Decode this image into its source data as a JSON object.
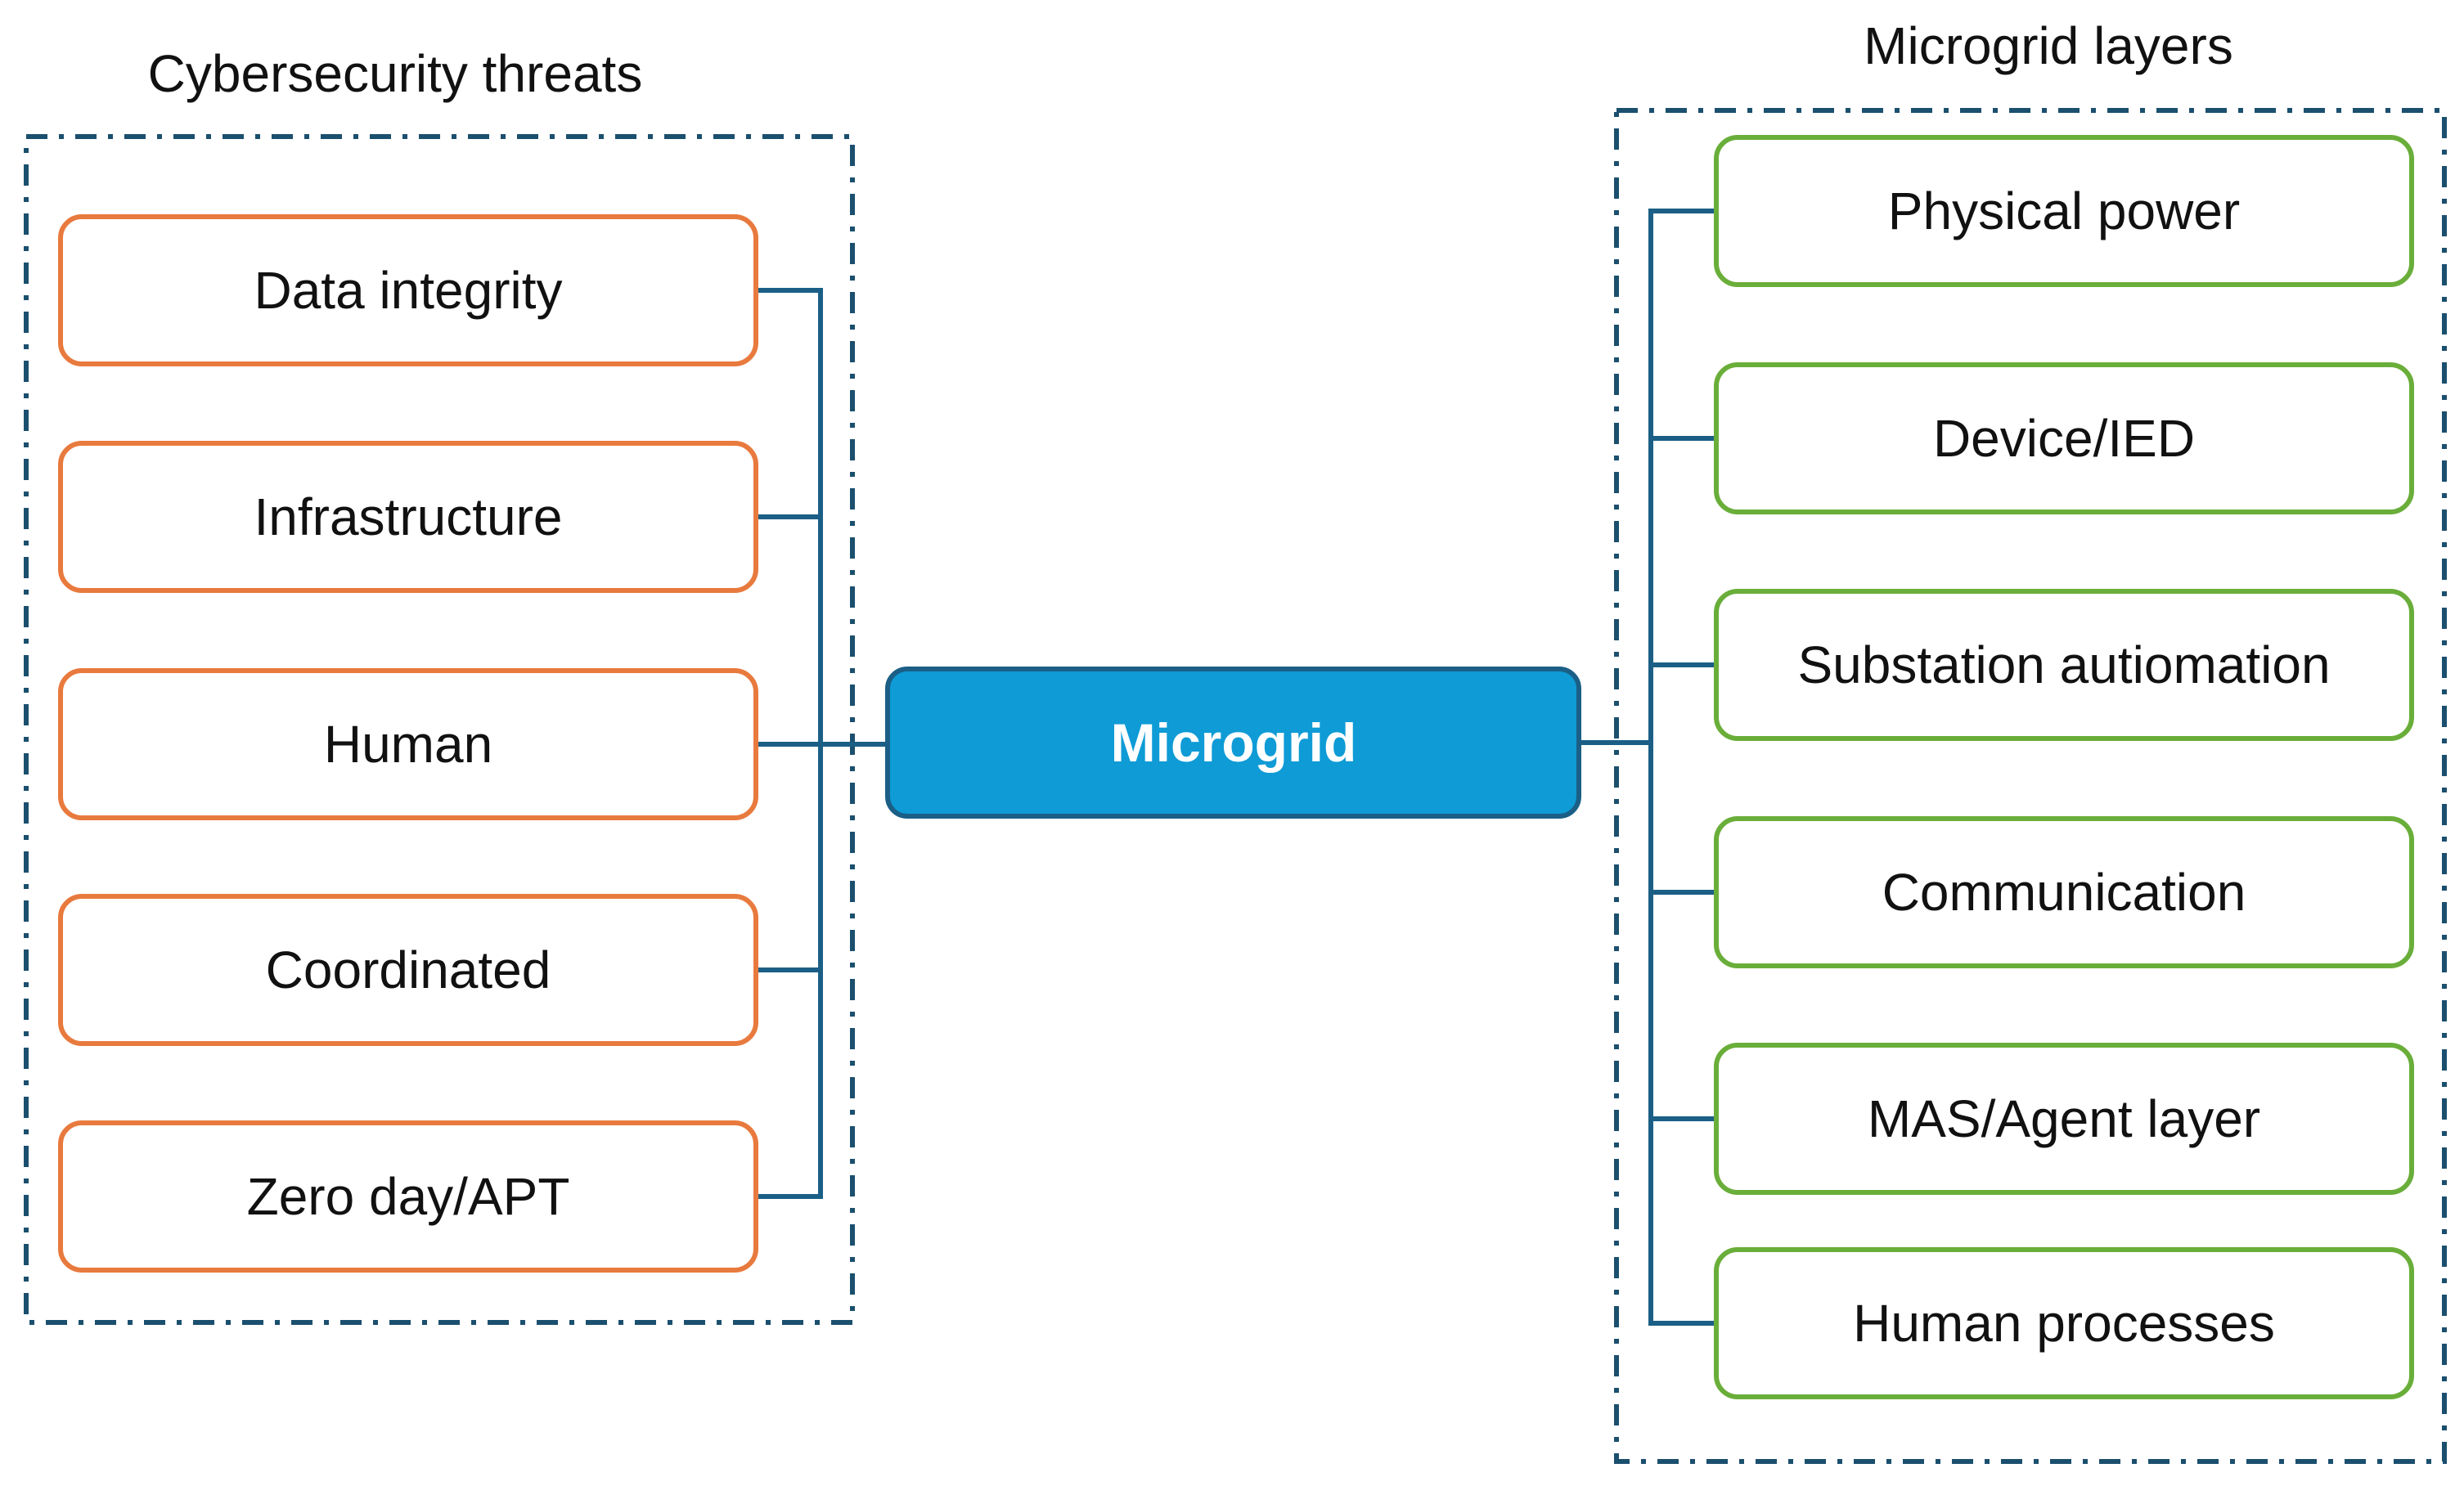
{
  "threats": {
    "title": "Cybersecurity threats",
    "items": [
      "Data integrity",
      "Infrastructure",
      "Human",
      "Coordinated",
      "Zero day/APT"
    ]
  },
  "center": {
    "label": "Microgrid"
  },
  "layers": {
    "title": "Microgrid  layers",
    "items": [
      "Physical power",
      "Device/IED",
      "Substation autiomation",
      "Communication",
      "MAS/Agent layer",
      "Human processes"
    ]
  },
  "colors": {
    "threat_border": "#E87A3E",
    "layer_border": "#6AAE3A",
    "center_fill": "#0E9BD6",
    "center_border": "#1B5F86",
    "connector": "#1B5F86",
    "group_border": "#1B4F6E",
    "text": "#111111",
    "center_text": "#ffffff"
  }
}
